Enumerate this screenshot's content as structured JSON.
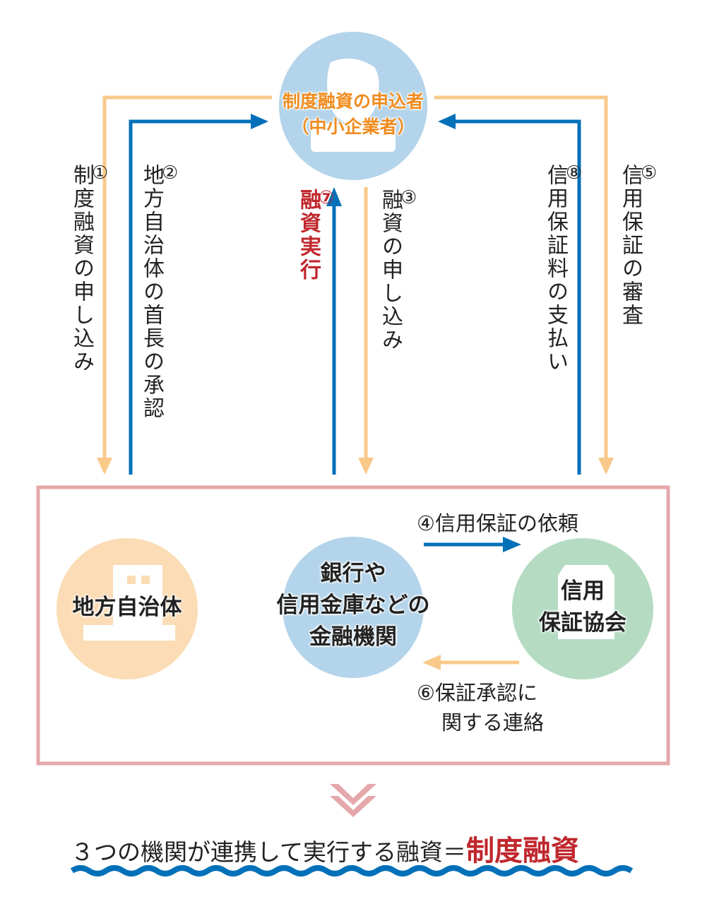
{
  "applicant": {
    "line1": "制度融資の申込者",
    "line2": "（中小企業者）"
  },
  "flows": [
    {
      "num": "①",
      "text": "制度融資の申し込み"
    },
    {
      "num": "②",
      "text": "地方自治体の首長の承認"
    },
    {
      "num": "⑦",
      "text": "融資実行"
    },
    {
      "num": "③",
      "text": "融資の申し込み"
    },
    {
      "num": "⑧",
      "text": "信用保証料の支払い"
    },
    {
      "num": "⑤",
      "text": "信用保証の審査"
    },
    {
      "num": "④",
      "text": "信用保証の依頼"
    },
    {
      "num": "⑥",
      "line1": "保証承認に",
      "line2": "関する連絡"
    }
  ],
  "nodes": {
    "local_gov": "地方自治体",
    "bank": {
      "line1": "銀行や",
      "line2": "信用金庫などの",
      "line3": "金融機関"
    },
    "guarantee": {
      "line1": "信用",
      "line2": "保証協会"
    }
  },
  "summary": {
    "text": "３つの機関が連携して実行する融資＝",
    "highlight": "制度融資"
  },
  "colors": {
    "orange": "#f9c98a",
    "blue": "#0070b8",
    "red": "#c0272d",
    "pink": "#e5a8aa",
    "title_orange": "#f08c1e"
  }
}
